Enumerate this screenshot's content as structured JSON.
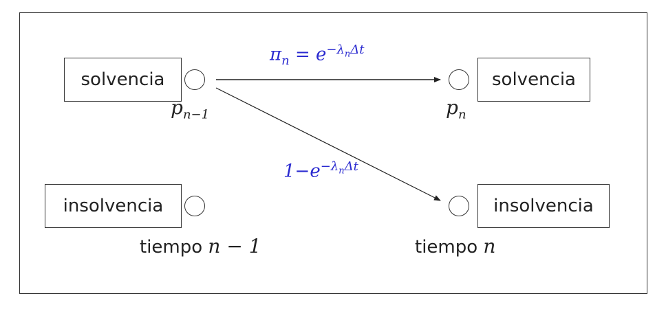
{
  "states": {
    "solvency": "solvencia",
    "insolvency": "insolvencia"
  },
  "prob_labels": {
    "p_prev_base": "p",
    "p_prev_sub": "n−1",
    "p_curr_base": "p",
    "p_curr_sub": "n"
  },
  "times": {
    "prev_word": "tiempo",
    "prev_math": "n − 1",
    "curr_word": "tiempo",
    "curr_math": "n"
  },
  "transitions": {
    "stay_lhs": "π",
    "stay_lhs_sub": "n",
    "stay_eq": " = e",
    "stay_exp": "−λ",
    "stay_exp_sub": "n",
    "stay_exp_tail": "Δt",
    "default_prefix": "1−e",
    "default_exp": "−λ",
    "default_exp_sub": "n",
    "default_exp_tail": "Δt"
  },
  "colors": {
    "probability_text": "#2a2ad0",
    "lines": "#222222"
  }
}
